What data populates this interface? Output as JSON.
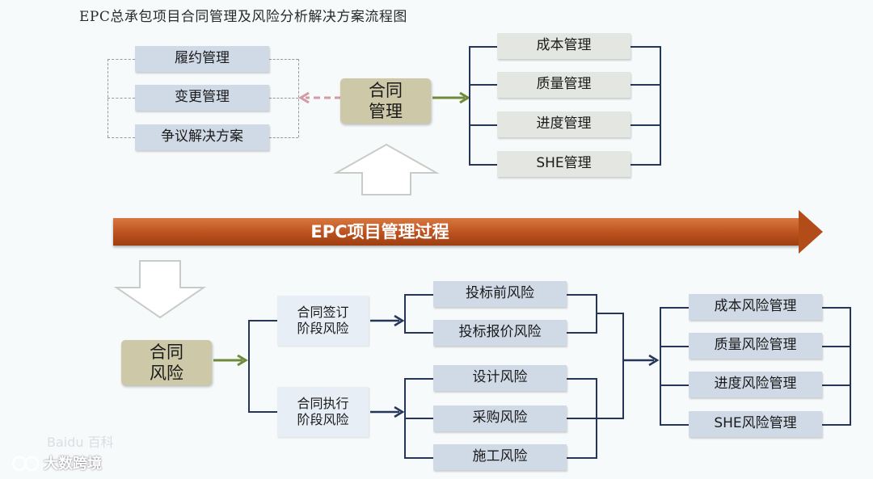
{
  "title": "EPC总承包项目合同管理及风险分析解决方案流程图",
  "top": {
    "center": "合同\n管理",
    "left_items": [
      "履约管理",
      "变更管理",
      "争议解决方案"
    ],
    "right_items": [
      "成本管理",
      "质量管理",
      "进度管理",
      "SHE管理"
    ]
  },
  "process_bar": "EPC项目管理过程",
  "bottom": {
    "center": "合同\n风险",
    "stage_signing": "合同签订\n阶段风险",
    "stage_execution": "合同执行\n阶段风险",
    "signing_risks": [
      "投标前风险",
      "投标报价风险"
    ],
    "execution_risks": [
      "设计风险",
      "采购风险",
      "施工风险"
    ],
    "risk_management": [
      "成本风险管理",
      "质量风险管理",
      "进度风险管理",
      "SHE风险管理"
    ]
  },
  "watermark": {
    "text": "大数跨境",
    "baidu": "Baidu 百科"
  },
  "colors": {
    "bar": "#b84f1c",
    "olive_box": "#ccc8a8",
    "grey_box": "#e4e6e2",
    "blue_box": "#d0dae6",
    "line": "#253659",
    "green_arrow": "#6f8a3a",
    "pink_arrow": "#d49aa6"
  }
}
